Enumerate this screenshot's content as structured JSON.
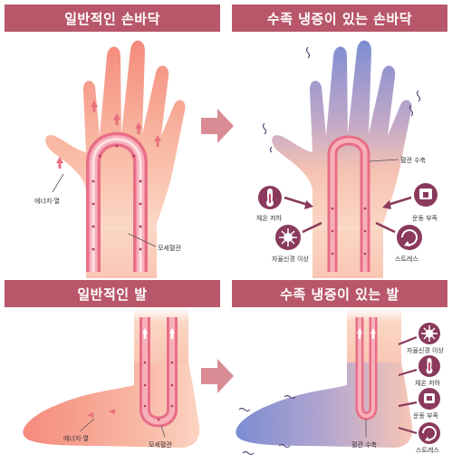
{
  "titles": {
    "normal_palm": "일반적인 손바닥",
    "cold_palm": "수족 냉증이 있는 손바닥",
    "normal_foot": "일반적인 발",
    "cold_foot": "수족 냉증이 있는 발"
  },
  "labels": {
    "energy_heat": "에너지·열",
    "capillary": "모세혈관",
    "vessel_constriction": "혈관 수축",
    "low_body_temp": "체온 저하",
    "lack_of_exercise": "운동 부족",
    "autonomic_disorder": "자율신경 이상",
    "stress": "스트레스"
  },
  "colors": {
    "title_bar": "#b8566a",
    "skin_warm": "#f59a8a",
    "skin_light": "#fbd6c4",
    "cold_blue": "#7f8fd0",
    "vessel": "#e86e86",
    "arrow": "#d98c94",
    "icon_circle": "#8a3a5c"
  },
  "icons": [
    "thermometer-icon",
    "running-icon",
    "virus-icon",
    "stress-icon",
    "hand-icon",
    "foot-icon",
    "arrow-right-icon"
  ]
}
